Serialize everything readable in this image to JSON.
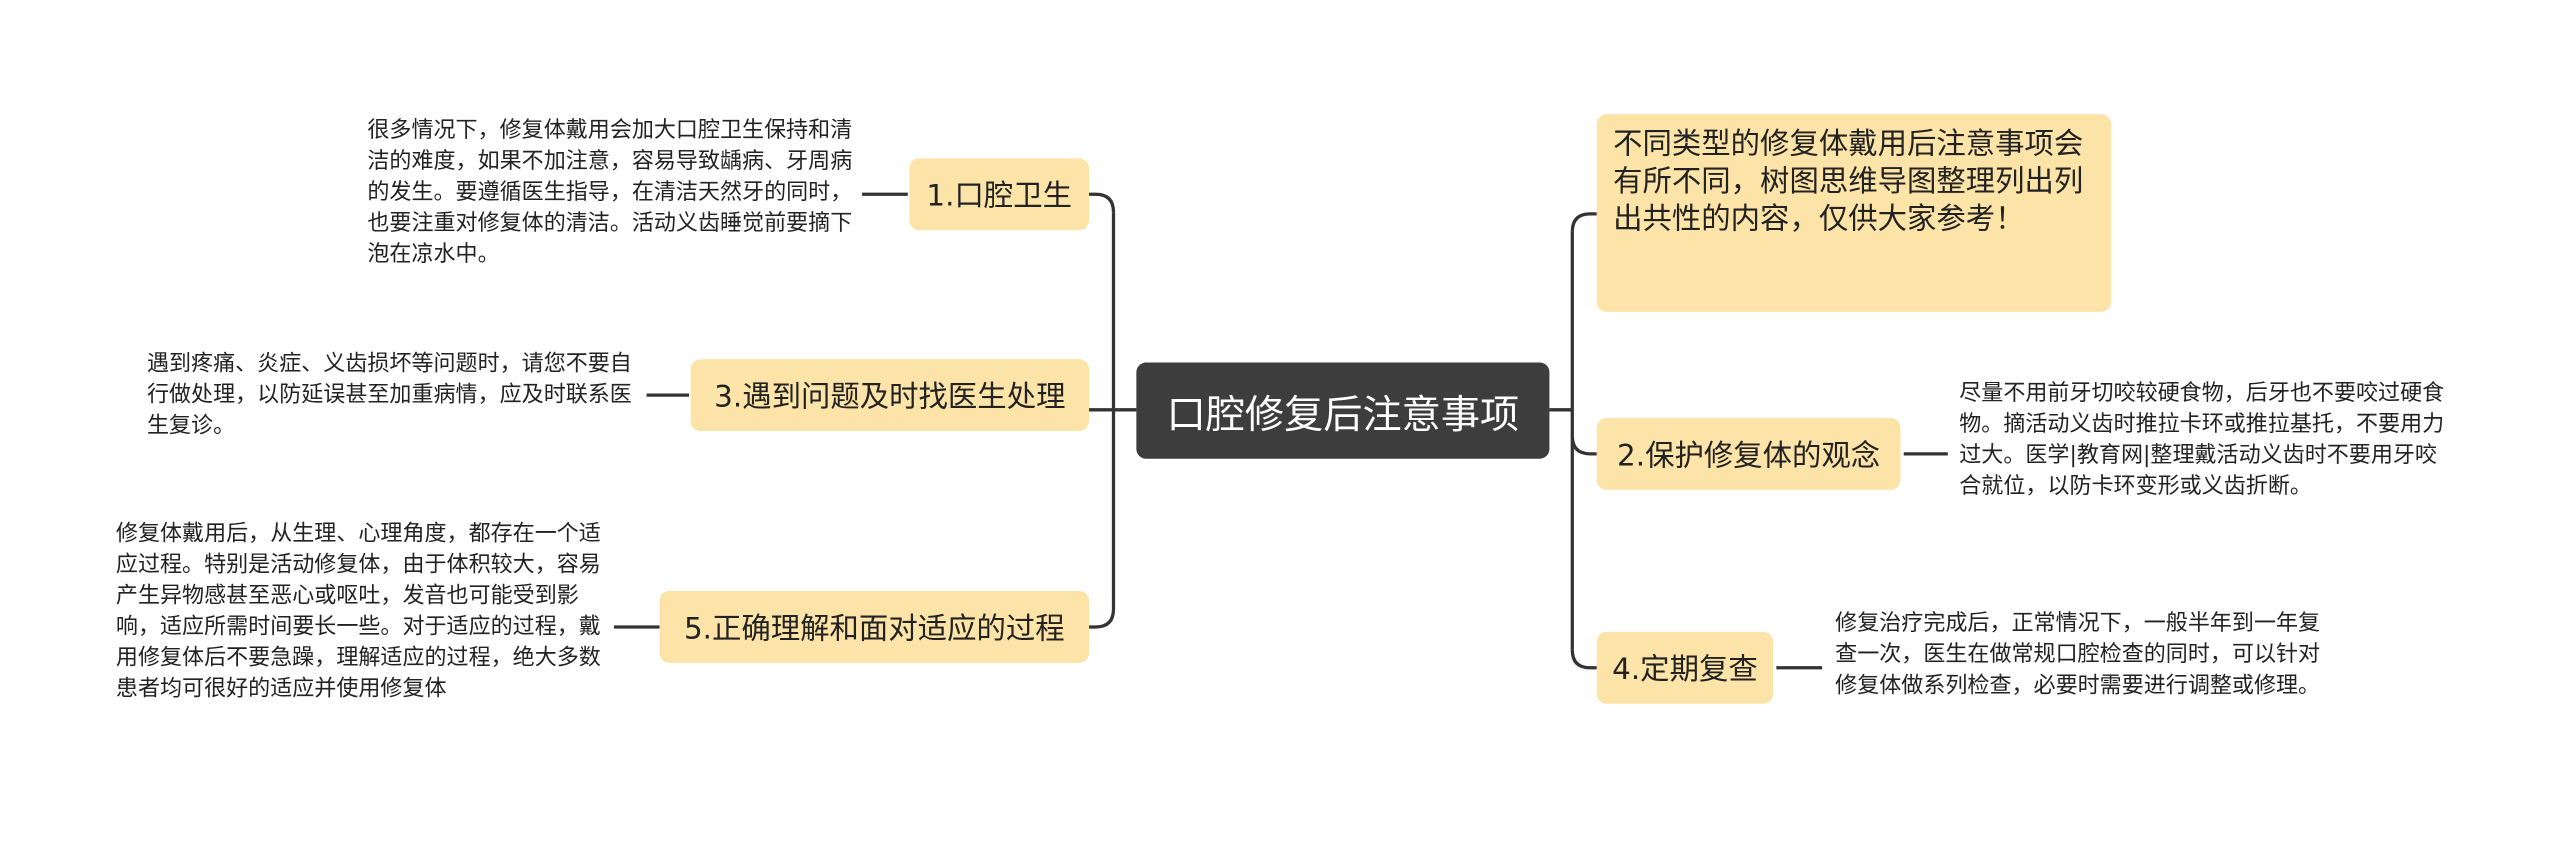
{
  "center": {
    "label": "口腔修复后注意事项"
  },
  "left_branches": [
    {
      "label": "1.口腔卫生",
      "detail": "很多情况下，修复体戴用会加大口腔卫生保持和清洁的难度，如果不加注意，容易导致龋病、牙周病的发生。要遵循医生指导，在清洁天然牙的同时，也要注重对修复体的清洁。活动义齿睡觉前要摘下泡在凉水中。"
    },
    {
      "label": "3.遇到问题及时找医生处理",
      "detail": "遇到疼痛、炎症、义齿损坏等问题时，请您不要自行做处理，以防延误甚至加重病情，应及时联系医生复诊。"
    },
    {
      "label": "5.正确理解和面对适应的过程",
      "detail": "修复体戴用后，从生理、心理角度，都存在一个适应过程。特别是活动修复体，由于体积较大，容易产生异物感甚至恶心或呕吐，发音也可能受到影响，适应所需时间要长一些。对于适应的过程，戴用修复体后不要急躁，理解适应的过程，绝大多数患者均可很好的适应并使用修复体"
    }
  ],
  "right_branches": [
    {
      "label": "不同类型的修复体戴用后注意事项会有所不同，树图思维导图整理列出列出共性的内容，仅供大家参考！"
    },
    {
      "label": "2.保护修复体的观念",
      "detail": "尽量不用前牙切咬较硬食物，后牙也不要咬过硬食物。摘活动义齿时推拉卡环或推拉基托，不要用力过大。医学|教育网|整理戴活动义齿时不要用牙咬合就位，以防卡环变形或义齿折断。"
    },
    {
      "label": "4.定期复查",
      "detail": "修复治疗完成后，正常情况下，一般半年到一年复查一次，医生在做常规口腔检查的同时，可以针对修复体做系列检查，必要时需要进行调整或修理。"
    }
  ],
  "colors": {
    "center_fill": "#3d3d3d",
    "center_text": "#ffffff",
    "branch_fill": "#fce3a7",
    "connector": "#333333",
    "text": "#222222"
  }
}
